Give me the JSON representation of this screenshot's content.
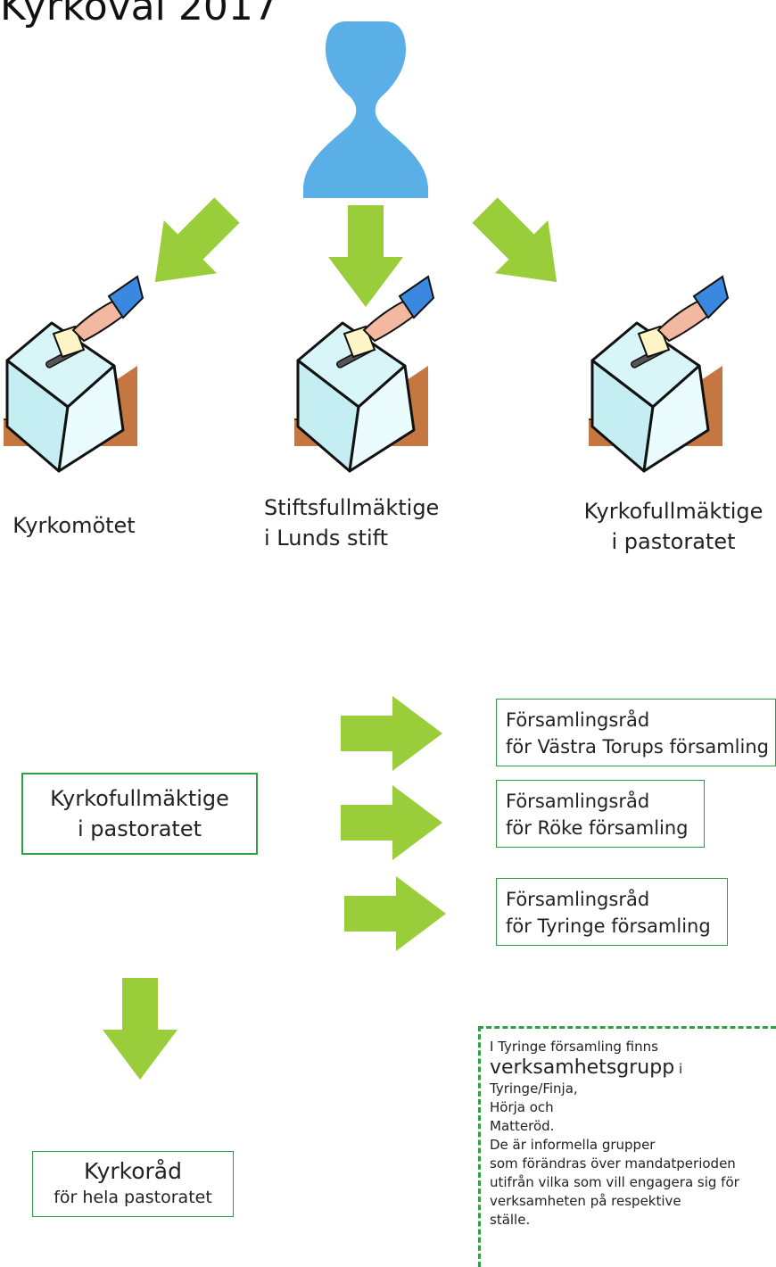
{
  "title": "Kyrkoval 2017",
  "colors": {
    "arrow": "#9acd3a",
    "person": "#5ab0e6",
    "box_border": "#2ea043"
  },
  "icons": {
    "person": "person-icon",
    "ballot": "ballot-box-icon",
    "arrow": "arrow-icon"
  },
  "targets": [
    {
      "line1": "Kyrkomötet",
      "line2": ""
    },
    {
      "line1": "Stiftsfullmäktige",
      "line2": "i Lunds stift"
    },
    {
      "line1": "Kyrkofullmäktige",
      "line2": "i pastoratet"
    }
  ],
  "council": {
    "line1": "Kyrkofullmäktige",
    "line2": "i pastoratet"
  },
  "parish_councils": [
    {
      "line1": "Församlingsråd",
      "line2": "för Västra Torups församling"
    },
    {
      "line1": "Församlingsråd",
      "line2": "för Röke församling"
    },
    {
      "line1": "Församlingsråd",
      "line2": "för Tyringe församling"
    }
  ],
  "kyrkorad": {
    "line1": "Kyrkoråd",
    "line2": "för hela pastoratet"
  },
  "note": {
    "l1": "I Tyringe församling finns",
    "l2_big": "verksamhetsgrupp",
    "l2_rest": " i",
    "l3": "Tyringe/Finja,",
    "l4": "Hörja och",
    "l5": "Matteröd.",
    "l6": "De är informella grupper",
    "l7": "som förändras över mandatperioden",
    "l8": "utifrån vilka som vill engagera sig för",
    "l9": "verksamheten på respektive",
    "l10": "ställe."
  }
}
